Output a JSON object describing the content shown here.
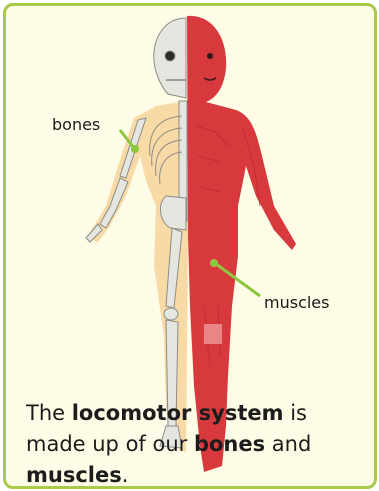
{
  "labels": {
    "bones": "bones",
    "muscles": "muscles"
  },
  "caption": {
    "part1": "The ",
    "term": "locomotor system",
    "part2": " is made up of our ",
    "bones": "bones",
    "and": " and ",
    "muscles": "muscles",
    "end": "."
  },
  "colors": {
    "border": "#a9c94a",
    "background": "#fefce6",
    "muscle": "#d93a3e",
    "skin_outline": "#f6cf8e",
    "bone": "#e8e8e2",
    "pointer": "#8dc63f"
  }
}
